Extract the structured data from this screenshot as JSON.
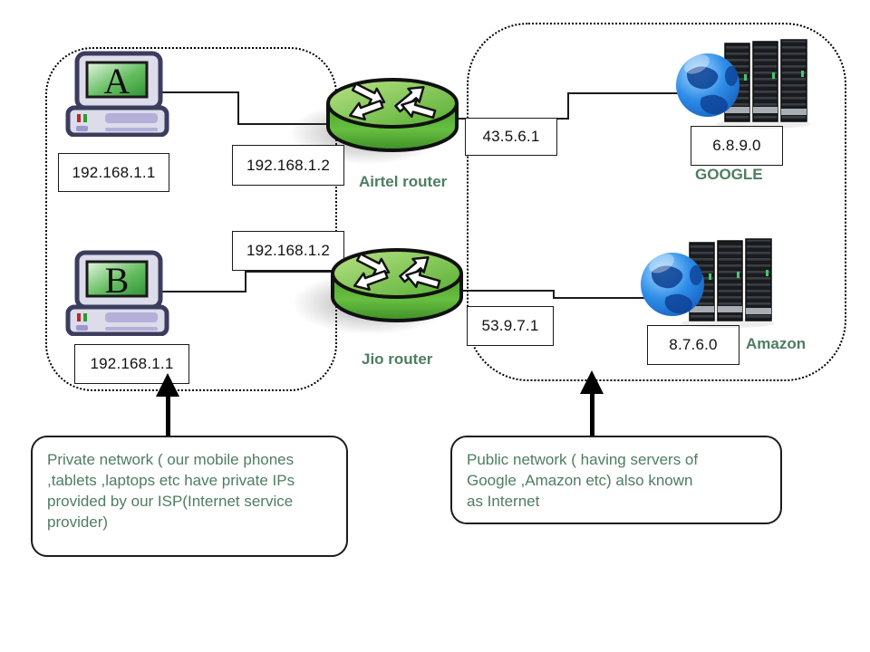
{
  "private_network": {
    "computer_a": {
      "letter": "A",
      "ip": "192.168.1.1"
    },
    "computer_b": {
      "letter": "B",
      "ip": "192.168.1.1"
    }
  },
  "routers": {
    "airtel": {
      "name": "Airtel router",
      "lan_ip": "192.168.1.2",
      "wan_ip": "43.5.6.1"
    },
    "jio": {
      "name": "Jio router",
      "lan_ip": "192.168.1.2",
      "wan_ip": "53.9.7.1"
    }
  },
  "public_network": {
    "google": {
      "name": "GOOGLE",
      "ip": "6.8.9.0"
    },
    "amazon": {
      "name": "Amazon",
      "ip": "8.7.6.0"
    }
  },
  "callouts": {
    "private": "Private network ( our mobile phones\n,tablets ,laptops etc have private IPs\nprovided by our ISP(Internet service\nprovider)",
    "public": "Public network ( having servers of\nGoogle ,Amazon etc) also known\nas Internet"
  },
  "colors": {
    "label_green": "#4e7d62",
    "router_green": "#5cb23c",
    "globe_blue": "#2f8de8",
    "wire_black": "#1a1a1a"
  }
}
